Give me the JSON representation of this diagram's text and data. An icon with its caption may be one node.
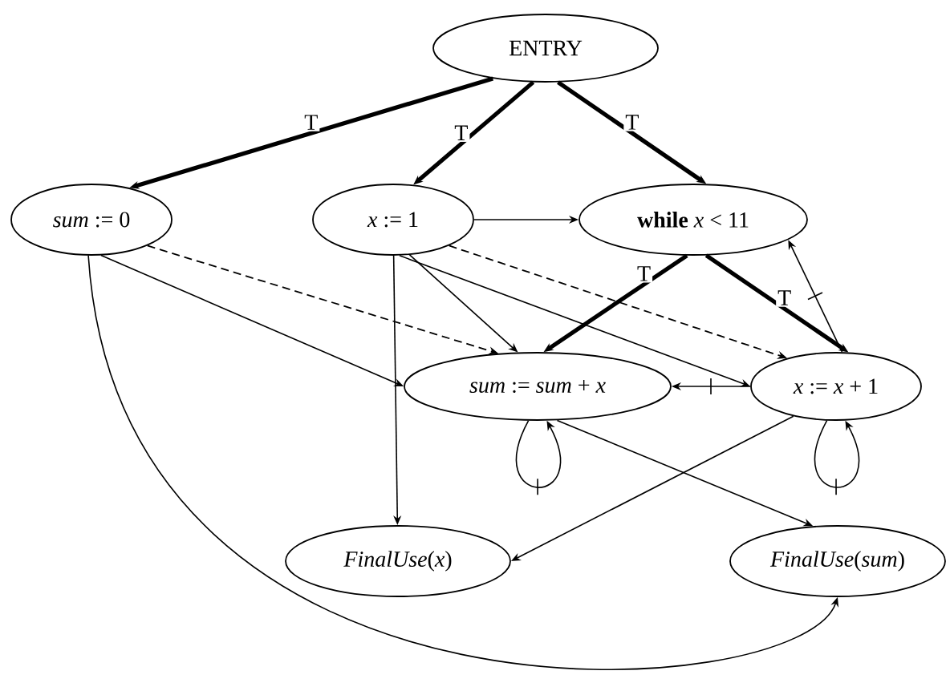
{
  "diagram": {
    "nodes": [
      {
        "text": [
          "ENTRY"
        ]
      },
      {
        "text": [
          "*sum* := 0"
        ]
      },
      {
        "text": [
          "*x* := 1"
        ]
      },
      {
        "text": [
          "**while** *x* < 11"
        ]
      },
      {
        "text": [
          "*sum* := *sum* + *x*"
        ]
      },
      {
        "text": [
          "*x* := *x* + 1"
        ]
      },
      {
        "text": [
          "*FinalUse*(*x*)"
        ]
      },
      {
        "text": [
          "*FinalUse*(*sum*)"
        ]
      }
    ],
    "edges": [
      {
        "from": 0,
        "to": 1,
        "arrow": "to",
        "label": "T",
        "style": "thick"
      },
      {
        "from": 0,
        "to": 2,
        "arrow": "to",
        "label": "T",
        "style": "thick"
      },
      {
        "from": 0,
        "to": 3,
        "arrow": "to",
        "label": "T",
        "style": "thick"
      },
      {
        "from": 1,
        "to": 4,
        "arrow": "to",
        "style": "dashed"
      },
      {
        "from": 1,
        "to": 4,
        "arrow": "to"
      },
      {
        "from": 1,
        "to": 7,
        "arrow": "to"
      },
      {
        "from": 2,
        "to": 3,
        "arrow": "to"
      },
      {
        "from": 2,
        "to": 6,
        "arrow": "to"
      },
      {
        "from": 2,
        "to": 4,
        "arrow": "to"
      },
      {
        "from": 2,
        "to": 5,
        "arrow": "to"
      },
      {
        "from": 2,
        "to": 5,
        "arrow": "to",
        "style": "dashed"
      },
      {
        "from": 3,
        "to": 4,
        "arrow": "to",
        "label": "T",
        "style": "thick"
      },
      {
        "from": 3,
        "to": 5,
        "arrow": "to",
        "label": "T",
        "style": "thick"
      },
      {
        "from": 5,
        "to": 3,
        "arrow": "to"
      },
      {
        "from": 5,
        "to": 4,
        "arrow": "to"
      },
      {
        "from": 4,
        "to": 4,
        "arrow": "to"
      },
      {
        "from": 5,
        "to": 5,
        "arrow": "to"
      },
      {
        "from": 4,
        "to": 7,
        "arrow": "to"
      },
      {
        "from": 5,
        "to": 6,
        "arrow": "to"
      }
    ]
  }
}
